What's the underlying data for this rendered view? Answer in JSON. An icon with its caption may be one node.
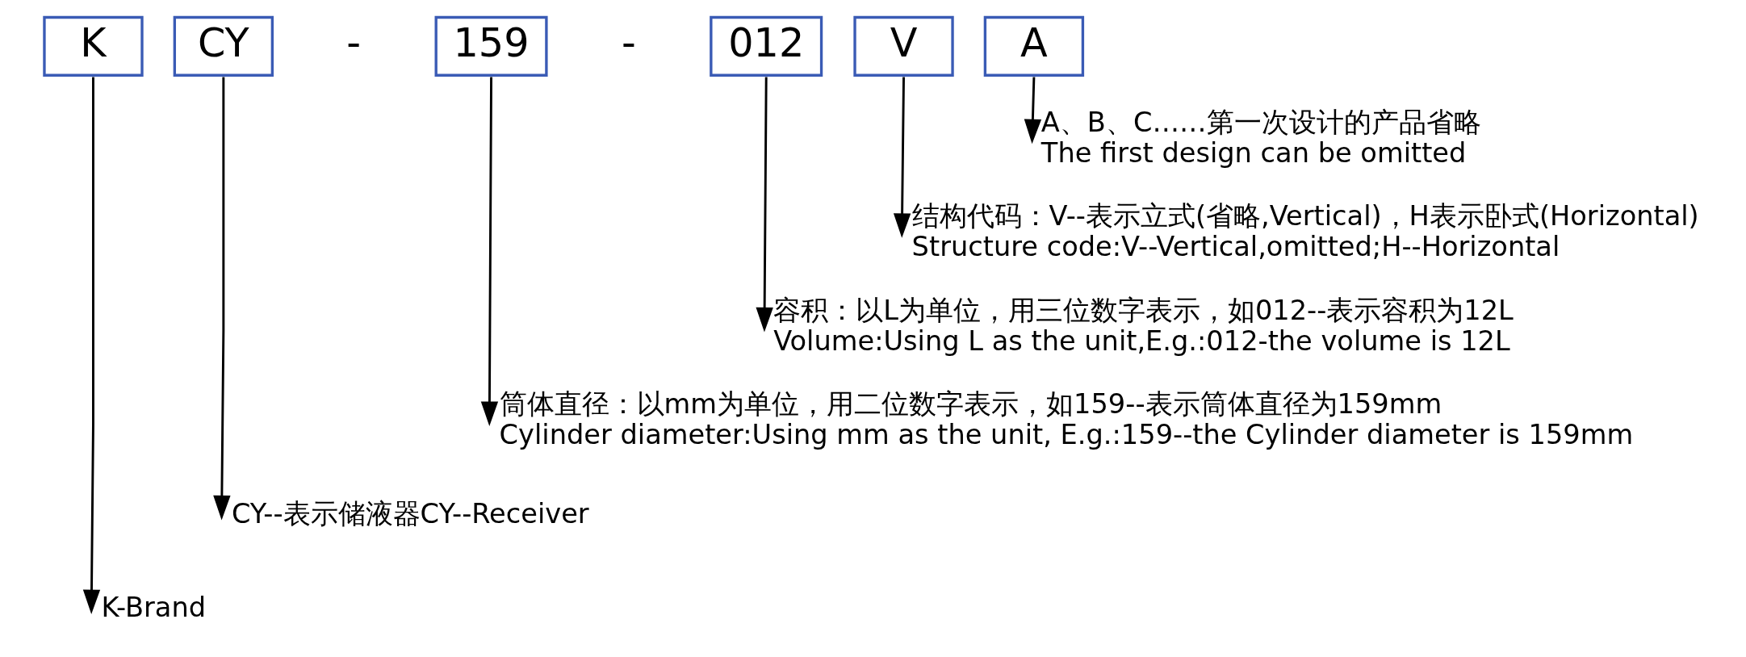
{
  "diagram": {
    "nodes": [
      {
        "text": [
          "K"
        ]
      },
      {
        "text": [
          "CY"
        ]
      },
      {
        "text": [
          "159"
        ]
      },
      {
        "text": [
          "012"
        ]
      },
      {
        "text": [
          "V"
        ]
      },
      {
        "text": [
          "A"
        ]
      },
      {
        "text": [
          "A、B、C……第一次设计的产品省略",
          "The first design can be omitted"
        ]
      },
      {
        "text": [
          "结构代码：V--表示立式(省略,Vertical)，H表示卧式(Horizontal)",
          "Structure code:V--Vertical,omitted;H--Horizontal"
        ]
      },
      {
        "text": [
          "容积：以L为单位，用三位数字表示，如012--表示容积为12L",
          "Volume:Using L as the unit,E.g.:012-the volume is 12L"
        ]
      },
      {
        "text": [
          "筒体直径：以mm为单位，用二位数字表示，如159--表示筒体直径为159mm",
          "Cylinder diameter:Using mm as the unit, E.g.:159--the Cylinder diameter is 159mm"
        ]
      },
      {
        "text": [
          "CY--表示储液器CY--Receiver"
        ]
      },
      {
        "text": [
          "K-Brand"
        ]
      }
    ],
    "edges": [
      {
        "from": 5,
        "to": 6,
        "arrow": "to"
      },
      {
        "from": 4,
        "to": 7,
        "arrow": "to"
      },
      {
        "from": 3,
        "to": 8,
        "arrow": "to"
      },
      {
        "from": 2,
        "to": 9,
        "arrow": "to"
      },
      {
        "from": 1,
        "to": 10,
        "arrow": "to"
      },
      {
        "from": 0,
        "to": 11,
        "arrow": "to"
      }
    ],
    "labels": [
      "-",
      "-"
    ]
  }
}
